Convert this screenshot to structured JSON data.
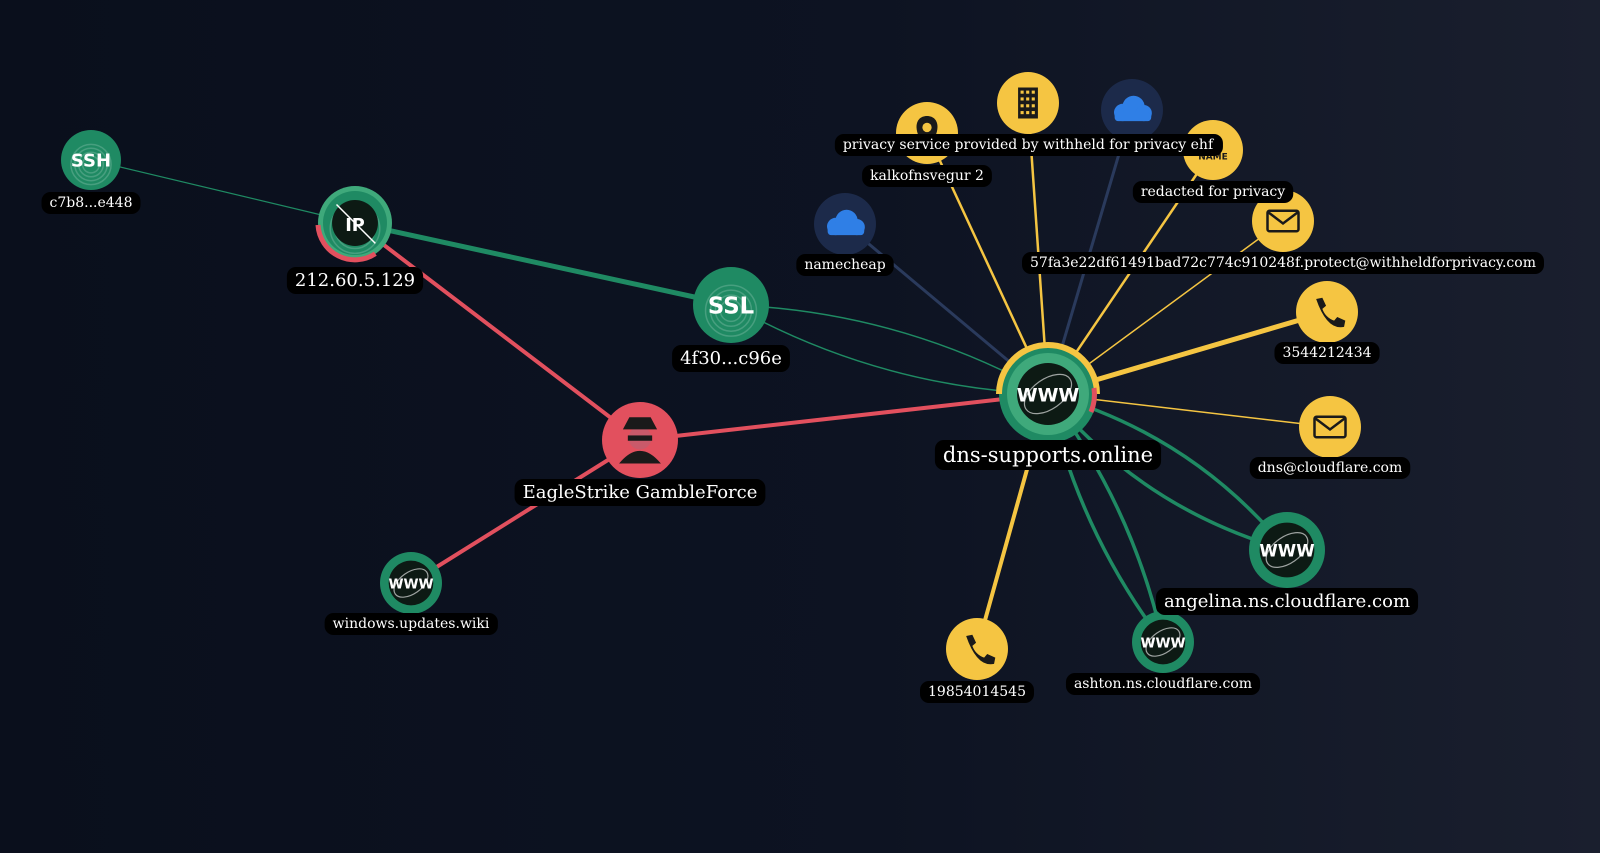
{
  "colors": {
    "green": "#1f8a63",
    "red": "#e2505e",
    "yellow": "#f5c542",
    "navy": "#1c2a4a",
    "edge_navy": "#2a3a5c",
    "label_bg": "#000000",
    "text": "#ffffff"
  },
  "nodes": [
    {
      "id": "ssh",
      "label": "c7b8...e448",
      "icon": "ssh-fingerprint-icon",
      "glyph": "SSH",
      "kind": "green"
    },
    {
      "id": "ip",
      "label": "212.60.5.129",
      "icon": "ip-icon",
      "glyph": "IP",
      "kind": "green"
    },
    {
      "id": "ssl",
      "label": "4f30...c96e",
      "icon": "ssl-fingerprint-icon",
      "glyph": "SSL",
      "kind": "green"
    },
    {
      "id": "actor",
      "label": "EagleStrike GambleForce",
      "icon": "threat-actor-icon",
      "glyph": "",
      "kind": "red"
    },
    {
      "id": "wiki",
      "label": "windows.updates.wiki",
      "icon": "domain-www-icon",
      "glyph": "WWW",
      "kind": "green"
    },
    {
      "id": "main",
      "label": "dns-supports.online",
      "icon": "domain-www-icon",
      "glyph": "WWW",
      "kind": "green"
    },
    {
      "id": "location",
      "label": "kalkofnsvegur 2",
      "icon": "location-pin-icon",
      "glyph": "",
      "kind": "yellow"
    },
    {
      "id": "org",
      "label": "privacy service provided by withheld for privacy ehf",
      "icon": "building-icon",
      "glyph": "",
      "kind": "yellow"
    },
    {
      "id": "cloud_top",
      "label": "",
      "icon": "cloud-icon",
      "glyph": "",
      "kind": "navy"
    },
    {
      "id": "name",
      "label": "redacted for privacy",
      "icon": "name-badge-icon",
      "glyph": "NAME",
      "kind": "yellow"
    },
    {
      "id": "registrar",
      "label": "namecheap",
      "icon": "cloud-icon",
      "glyph": "",
      "kind": "navy"
    },
    {
      "id": "email_priv",
      "label": "57fa3e22df61491bad72c774c910248f.protect@withheldforprivacy.com",
      "icon": "envelope-icon",
      "glyph": "",
      "kind": "yellow"
    },
    {
      "id": "phone1",
      "label": "3544212434",
      "icon": "phone-icon",
      "glyph": "",
      "kind": "yellow"
    },
    {
      "id": "email_cf",
      "label": "dns@cloudflare.com",
      "icon": "envelope-icon",
      "glyph": "",
      "kind": "yellow"
    },
    {
      "id": "ns_angelina",
      "label": "angelina.ns.cloudflare.com",
      "icon": "domain-www-icon",
      "glyph": "WWW",
      "kind": "green"
    },
    {
      "id": "ns_ashton",
      "label": "ashton.ns.cloudflare.com",
      "icon": "domain-www-icon",
      "glyph": "WWW",
      "kind": "green"
    },
    {
      "id": "phone2",
      "label": "19854014545",
      "icon": "phone-icon",
      "glyph": "",
      "kind": "yellow"
    }
  ],
  "edges": [
    {
      "from": "ssh",
      "to": "ip",
      "kind": "green"
    },
    {
      "from": "ip",
      "to": "ssl",
      "kind": "green"
    },
    {
      "from": "ip",
      "to": "actor",
      "kind": "red"
    },
    {
      "from": "actor",
      "to": "wiki",
      "kind": "red"
    },
    {
      "from": "actor",
      "to": "main",
      "kind": "red"
    },
    {
      "from": "ssl",
      "to": "main",
      "kind": "green"
    },
    {
      "from": "main",
      "to": "location",
      "kind": "yellow"
    },
    {
      "from": "main",
      "to": "org",
      "kind": "yellow"
    },
    {
      "from": "main",
      "to": "cloud_top",
      "kind": "navy"
    },
    {
      "from": "main",
      "to": "name",
      "kind": "yellow"
    },
    {
      "from": "main",
      "to": "registrar",
      "kind": "navy"
    },
    {
      "from": "main",
      "to": "email_priv",
      "kind": "yellow"
    },
    {
      "from": "main",
      "to": "phone1",
      "kind": "yellow"
    },
    {
      "from": "main",
      "to": "email_cf",
      "kind": "yellow"
    },
    {
      "from": "main",
      "to": "ns_angelina",
      "kind": "green"
    },
    {
      "from": "main",
      "to": "ns_ashton",
      "kind": "green"
    },
    {
      "from": "main",
      "to": "phone2",
      "kind": "yellow"
    }
  ]
}
